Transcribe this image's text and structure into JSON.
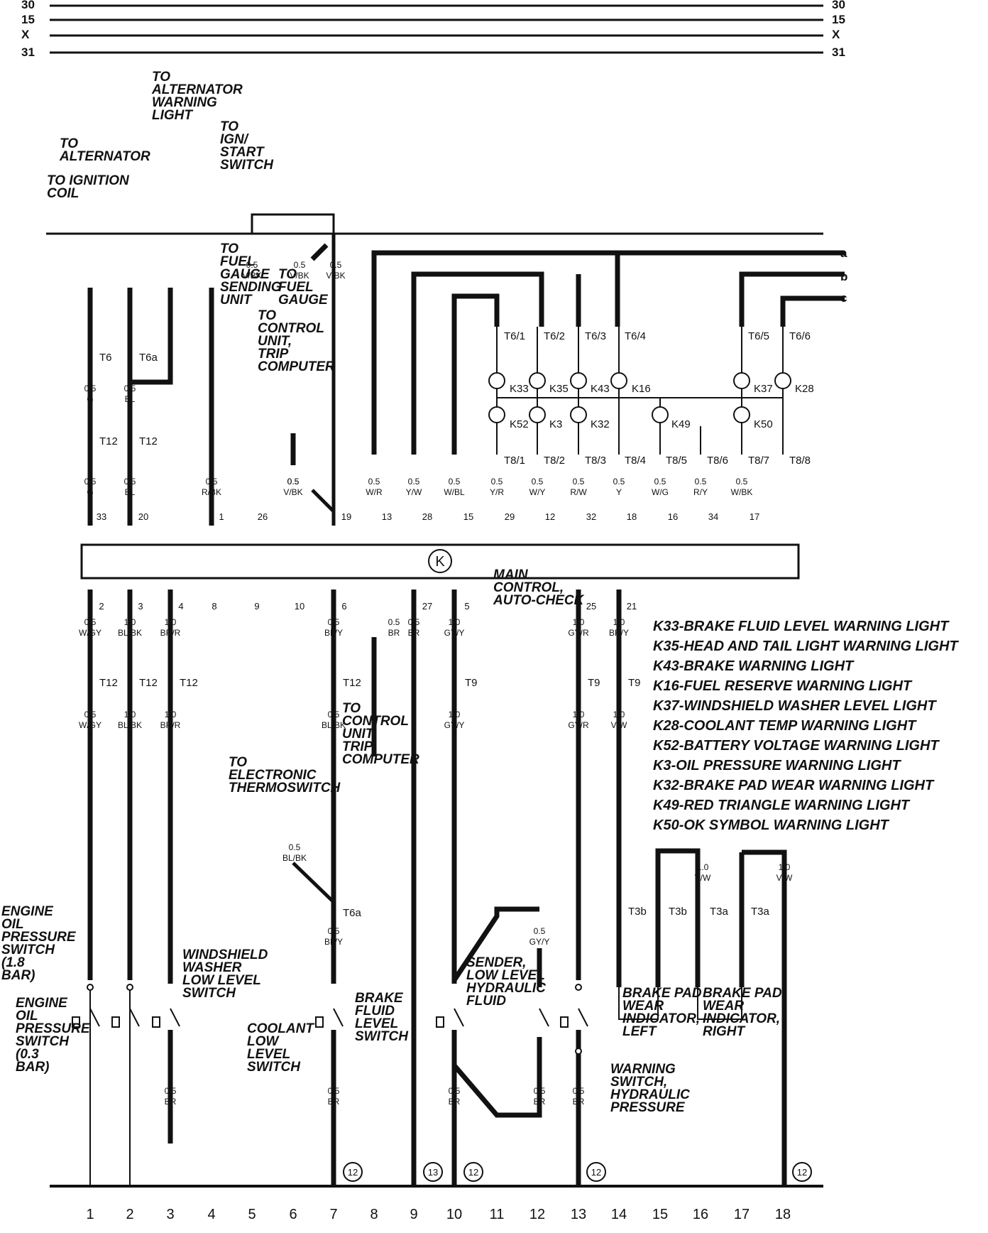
{
  "rails": [
    "30",
    "15",
    "X",
    "31"
  ],
  "edge_connectors": [
    "a",
    "b",
    "c"
  ],
  "control_unit": {
    "symbol": "K",
    "label": "MAIN CONTROL, AUTO-CHECK"
  },
  "callouts": [
    "TO IGNITION COIL",
    "TO ALTERNATOR",
    "TO ALTERNATOR WARNING LIGHT",
    "TO IGN/ START SWITCH",
    "TO FUEL GAUGE SENDING UNIT",
    "TO FUEL GAUGE",
    "TO CONTROL UNIT, TRIP COMPUTER",
    "TO ELECTRONIC THERMOSWITCH",
    "TO CONTROL UNIT, TRIP COMPUTER"
  ],
  "components": [
    "ENGINE OIL PRESSURE SWITCH (1.8 BAR)",
    "ENGINE OIL PRESSURE SWITCH (0.3 BAR)",
    "WINDSHIELD WASHER LOW LEVEL SWITCH",
    "COOLANT LOW LEVEL SWITCH",
    "BRAKE FLUID LEVEL SWITCH",
    "SENDER, LOW LEVEL HYDRAULIC FLUID",
    "WARNING SWITCH, HYDRAULIC PRESSURE",
    "BRAKE PAD WEAR INDICATOR, LEFT",
    "BRAKE PAD WEAR INDICATOR, RIGHT"
  ],
  "legend": [
    "K33-BRAKE FLUID LEVEL WARNING LIGHT",
    "K35-HEAD AND TAIL LIGHT WARNING LIGHT",
    "K43-BRAKE WARNING LIGHT",
    "K16-FUEL RESERVE WARNING LIGHT",
    "K37-WINDSHIELD WASHER LEVEL LIGHT",
    "K28-COOLANT TEMP WARNING LIGHT",
    "K52-BATTERY VOLTAGE WARNING LIGHT",
    "K3-OIL PRESSURE WARNING LIGHT",
    "K32-BRAKE PAD WEAR WARNING LIGHT",
    "K49-RED TRIANGLE WARNING LIGHT",
    "K50-OK SYMBOL WARNING LIGHT"
  ],
  "bulbs": [
    "K33",
    "K35",
    "K43",
    "K16",
    "K37",
    "K28",
    "K52",
    "K3",
    "K32",
    "K49",
    "K50"
  ],
  "top_connectors": [
    "T6/1",
    "T6/2",
    "T6/3",
    "T6/4",
    "T6/5",
    "T6/6"
  ],
  "mid_connectors": [
    "T8/1",
    "T8/2",
    "T8/3",
    "T8/4",
    "T8/5",
    "T8/6",
    "T8/7",
    "T8/8"
  ],
  "connector_labels": [
    "T6",
    "T6a",
    "T12",
    "T12",
    "T12",
    "T12",
    "T12",
    "T12",
    "T9",
    "T9",
    "T9",
    "T6a",
    "T3b",
    "T3b",
    "T3a",
    "T3a"
  ],
  "top_wires": [
    {
      "size": "0.5",
      "color": "G",
      "pin": "33"
    },
    {
      "size": "0.5",
      "color": "BL",
      "pin": "20"
    },
    {
      "size": "0.5",
      "color": "R/BK",
      "pin": "1"
    },
    {
      "size": "",
      "color": "",
      "pin": "26"
    },
    {
      "size": "0.5",
      "color": "V/BK",
      "pin": "19"
    },
    {
      "size": "0.5",
      "color": "W/R",
      "pin": "13"
    },
    {
      "size": "0.5",
      "color": "Y/W",
      "pin": "28"
    },
    {
      "size": "0.5",
      "color": "W/BL",
      "pin": "15"
    },
    {
      "size": "0.5",
      "color": "Y/R",
      "pin": "29"
    },
    {
      "size": "0.5",
      "color": "W/Y",
      "pin": "12"
    },
    {
      "size": "0.5",
      "color": "R/W",
      "pin": "32"
    },
    {
      "size": "0.5",
      "color": "Y",
      "pin": "18"
    },
    {
      "size": "0.5",
      "color": "W/G",
      "pin": "16"
    },
    {
      "size": "0.5",
      "color": "R/Y",
      "pin": "34"
    },
    {
      "size": "0.5",
      "color": "W/BK",
      "pin": "17"
    }
  ],
  "upper_wires": [
    {
      "size": "0.5",
      "color": "G"
    },
    {
      "size": "0.5",
      "color": "BL"
    },
    {
      "size": "0.5",
      "color": "V/BK"
    },
    {
      "size": "0.5",
      "color": "V/BK"
    },
    {
      "size": "0.5",
      "color": "V/BK"
    },
    {
      "size": "0.5",
      "color": "V/BK"
    }
  ],
  "bottom_pins": [
    {
      "pin": "2",
      "size": "0.5",
      "color": "W/GY"
    },
    {
      "pin": "3",
      "size": "1.0",
      "color": "BL/BK"
    },
    {
      "pin": "4",
      "size": "1.0",
      "color": "BR/R"
    },
    {
      "pin": "8",
      "size": "",
      "color": ""
    },
    {
      "pin": "9",
      "size": "",
      "color": ""
    },
    {
      "pin": "10",
      "size": "",
      "color": ""
    },
    {
      "pin": "6",
      "size": "0.5",
      "color": "BL/Y"
    },
    {
      "pin": "27",
      "size": "0.5",
      "color": "BR"
    },
    {
      "pin": "5",
      "size": "1.0",
      "color": "GY/Y"
    },
    {
      "pin": "25",
      "size": "1.0",
      "color": "GY/R"
    },
    {
      "pin": "21",
      "size": "1.0",
      "color": "BR/Y"
    }
  ],
  "lower_wires": [
    {
      "size": "0.5",
      "color": "W/GY"
    },
    {
      "size": "1.0",
      "color": "BL/BK"
    },
    {
      "size": "1.0",
      "color": "BR/R"
    },
    {
      "size": "0.5",
      "color": "BL/BK"
    },
    {
      "size": "0.5",
      "color": "BR"
    },
    {
      "size": "1.0",
      "color": "GY/Y"
    },
    {
      "size": "1.0",
      "color": "GY/R"
    },
    {
      "size": "1.0",
      "color": "V/W"
    },
    {
      "size": "0.5",
      "color": "BL/BK"
    },
    {
      "size": "0.5",
      "color": "BL/Y"
    },
    {
      "size": "1.0",
      "color": "V/W"
    },
    {
      "size": "1.0",
      "color": "V/W"
    },
    {
      "size": "0.5",
      "color": "GY/Y"
    },
    {
      "size": "0.5",
      "color": "BR"
    },
    {
      "size": "0.5",
      "color": "BR"
    },
    {
      "size": "0.5",
      "color": "BR"
    },
    {
      "size": "0.5",
      "color": "BR"
    },
    {
      "size": "0.5",
      "color": "BR"
    }
  ],
  "ground_refs": [
    "12",
    "13",
    "12",
    "12",
    "12"
  ],
  "columns": [
    "1",
    "2",
    "3",
    "4",
    "5",
    "6",
    "7",
    "8",
    "9",
    "10",
    "11",
    "12",
    "13",
    "14",
    "15",
    "16",
    "17",
    "18"
  ]
}
